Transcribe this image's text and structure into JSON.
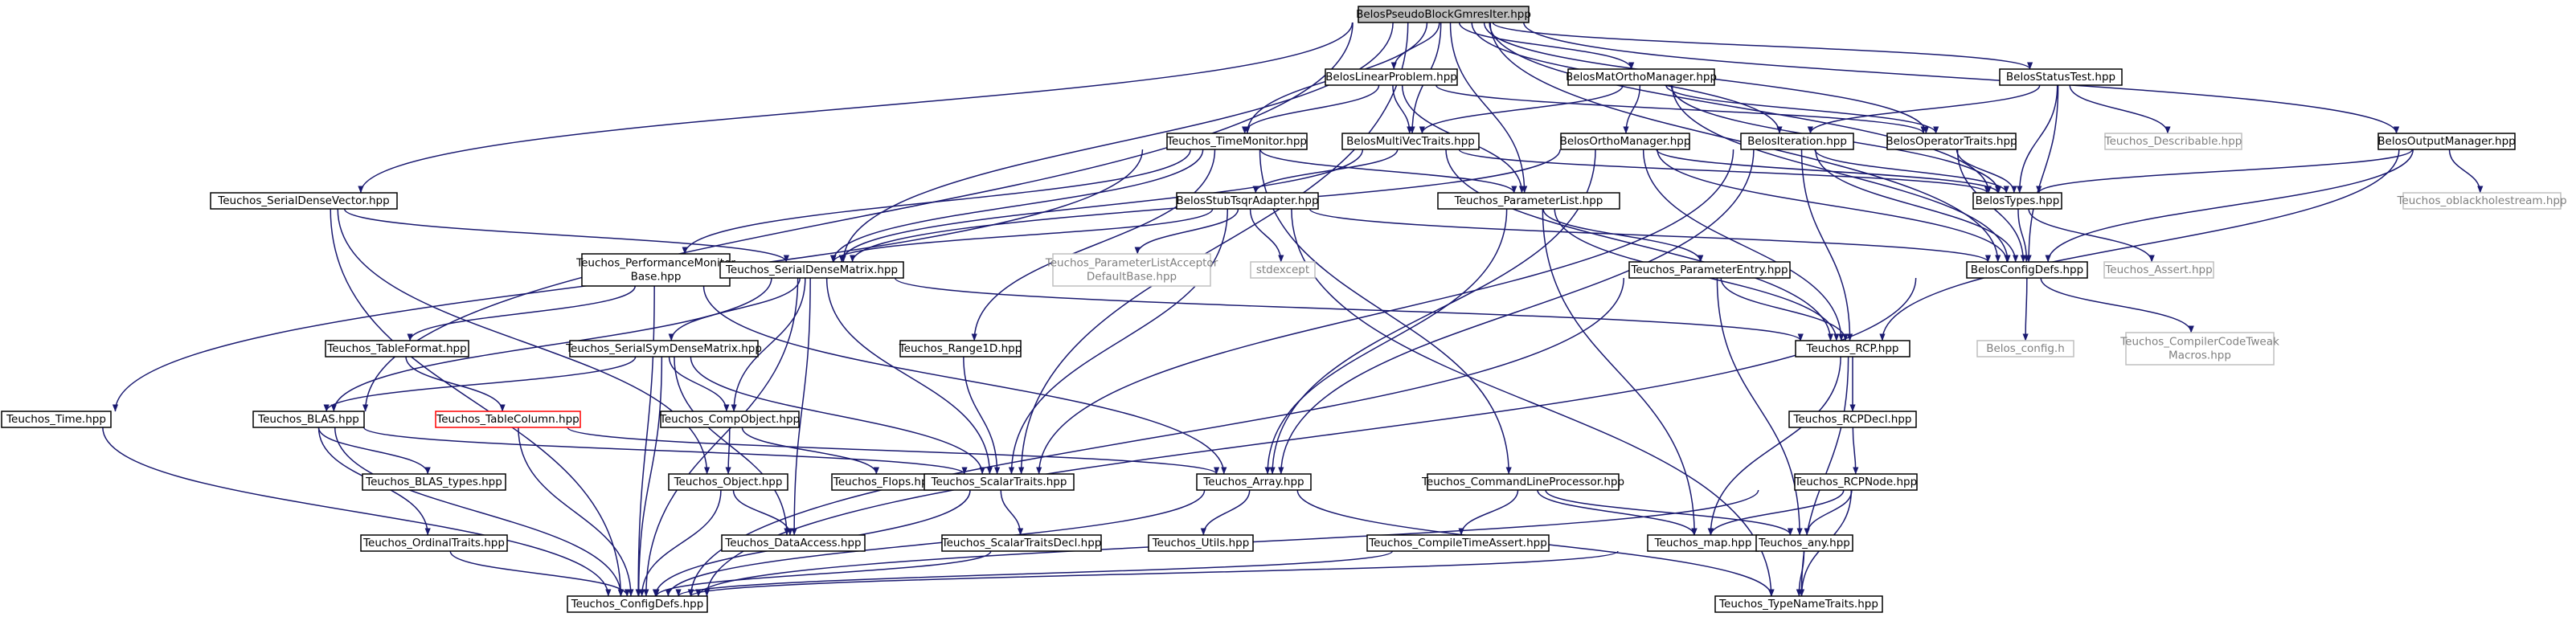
{
  "diagram": {
    "nodes": [
      {
        "id": "pseudo",
        "lines": [
          "BelosPseudoBlockGmresIter.hpp"
        ],
        "variant": "root"
      },
      {
        "id": "linprob",
        "lines": [
          "BelosLinearProblem.hpp"
        ],
        "variant": "normal"
      },
      {
        "id": "matortho",
        "lines": [
          "BelosMatOrthoManager.hpp"
        ],
        "variant": "normal"
      },
      {
        "id": "statustest",
        "lines": [
          "BelosStatusTest.hpp"
        ],
        "variant": "normal"
      },
      {
        "id": "outputmgr",
        "lines": [
          "BelosOutputManager.hpp"
        ],
        "variant": "normal"
      },
      {
        "id": "timemon",
        "lines": [
          "Teuchos_TimeMonitor.hpp"
        ],
        "variant": "normal"
      },
      {
        "id": "multivec",
        "lines": [
          "BelosMultiVecTraits.hpp"
        ],
        "variant": "normal"
      },
      {
        "id": "orthomgr",
        "lines": [
          "BelosOrthoManager.hpp"
        ],
        "variant": "normal"
      },
      {
        "id": "iteration",
        "lines": [
          "BelosIteration.hpp"
        ],
        "variant": "normal"
      },
      {
        "id": "optraits",
        "lines": [
          "BelosOperatorTraits.hpp"
        ],
        "variant": "normal"
      },
      {
        "id": "describable",
        "lines": [
          "Teuchos_Describable.hpp"
        ],
        "variant": "external"
      },
      {
        "id": "types",
        "lines": [
          "BelosTypes.hpp"
        ],
        "variant": "normal"
      },
      {
        "id": "oblack",
        "lines": [
          "Teuchos_oblackholestream.hpp"
        ],
        "variant": "external"
      },
      {
        "id": "sdvec",
        "lines": [
          "Teuchos_SerialDenseVector.hpp"
        ],
        "variant": "normal"
      },
      {
        "id": "tsqr",
        "lines": [
          "BelosStubTsqrAdapter.hpp"
        ],
        "variant": "normal"
      },
      {
        "id": "paramlist",
        "lines": [
          "Teuchos_ParameterList.hpp"
        ],
        "variant": "normal"
      },
      {
        "id": "perfmon",
        "lines": [
          "Teuchos_PerformanceMonitor",
          "Base.hpp"
        ],
        "variant": "normal"
      },
      {
        "id": "sdmat",
        "lines": [
          "Teuchos_SerialDenseMatrix.hpp"
        ],
        "variant": "normal"
      },
      {
        "id": "placcept",
        "lines": [
          "Teuchos_ParameterListAcceptor",
          "DefaultBase.hpp"
        ],
        "variant": "external"
      },
      {
        "id": "stdexcept",
        "lines": [
          "stdexcept"
        ],
        "variant": "external"
      },
      {
        "id": "paramentry",
        "lines": [
          "Teuchos_ParameterEntry.hpp"
        ],
        "variant": "normal"
      },
      {
        "id": "configdefs_b",
        "lines": [
          "BelosConfigDefs.hpp"
        ],
        "variant": "normal"
      },
      {
        "id": "assert",
        "lines": [
          "Teuchos_Assert.hpp"
        ],
        "variant": "external"
      },
      {
        "id": "tableformat",
        "lines": [
          "Teuchos_TableFormat.hpp"
        ],
        "variant": "normal"
      },
      {
        "id": "serialsym",
        "lines": [
          "Teuchos_SerialSymDenseMatrix.hpp"
        ],
        "variant": "normal"
      },
      {
        "id": "range1d",
        "lines": [
          "Teuchos_Range1D.hpp"
        ],
        "variant": "normal"
      },
      {
        "id": "rcp",
        "lines": [
          "Teuchos_RCP.hpp"
        ],
        "variant": "normal"
      },
      {
        "id": "belosconfig",
        "lines": [
          "Belos_config.h"
        ],
        "variant": "external"
      },
      {
        "id": "compiler",
        "lines": [
          "Teuchos_CompilerCodeTweak",
          "Macros.hpp"
        ],
        "variant": "external"
      },
      {
        "id": "time",
        "lines": [
          "Teuchos_Time.hpp"
        ],
        "variant": "normal"
      },
      {
        "id": "blas",
        "lines": [
          "Teuchos_BLAS.hpp"
        ],
        "variant": "normal"
      },
      {
        "id": "tablecol",
        "lines": [
          "Teuchos_TableColumn.hpp"
        ],
        "variant": "truncated"
      },
      {
        "id": "compobject",
        "lines": [
          "Teuchos_CompObject.hpp"
        ],
        "variant": "normal"
      },
      {
        "id": "rcpdecl",
        "lines": [
          "Teuchos_RCPDecl.hpp"
        ],
        "variant": "normal"
      },
      {
        "id": "blastypes",
        "lines": [
          "Teuchos_BLAS_types.hpp"
        ],
        "variant": "normal"
      },
      {
        "id": "object",
        "lines": [
          "Teuchos_Object.hpp"
        ],
        "variant": "normal"
      },
      {
        "id": "flops",
        "lines": [
          "Teuchos_Flops.hpp"
        ],
        "variant": "normal"
      },
      {
        "id": "scalartraits",
        "lines": [
          "Teuchos_ScalarTraits.hpp"
        ],
        "variant": "normal"
      },
      {
        "id": "array",
        "lines": [
          "Teuchos_Array.hpp"
        ],
        "variant": "normal"
      },
      {
        "id": "cmdline",
        "lines": [
          "Teuchos_CommandLineProcessor.hpp"
        ],
        "variant": "normal"
      },
      {
        "id": "rcpnode",
        "lines": [
          "Teuchos_RCPNode.hpp"
        ],
        "variant": "normal"
      },
      {
        "id": "ordinal",
        "lines": [
          "Teuchos_OrdinalTraits.hpp"
        ],
        "variant": "normal"
      },
      {
        "id": "dataaccess",
        "lines": [
          "Teuchos_DataAccess.hpp"
        ],
        "variant": "normal"
      },
      {
        "id": "scalardecl",
        "lines": [
          "Teuchos_ScalarTraitsDecl.hpp"
        ],
        "variant": "normal"
      },
      {
        "id": "utils",
        "lines": [
          "Teuchos_Utils.hpp"
        ],
        "variant": "normal"
      },
      {
        "id": "compileassert",
        "lines": [
          "Teuchos_CompileTimeAssert.hpp"
        ],
        "variant": "normal"
      },
      {
        "id": "map",
        "lines": [
          "Teuchos_map.hpp"
        ],
        "variant": "normal"
      },
      {
        "id": "any",
        "lines": [
          "Teuchos_any.hpp"
        ],
        "variant": "normal"
      },
      {
        "id": "configdefs_t",
        "lines": [
          "Teuchos_ConfigDefs.hpp"
        ],
        "variant": "normal"
      },
      {
        "id": "typename",
        "lines": [
          "Teuchos_TypeNameTraits.hpp"
        ],
        "variant": "normal"
      }
    ],
    "edges": [
      [
        "pseudo",
        "linprob"
      ],
      [
        "pseudo",
        "matortho"
      ],
      [
        "pseudo",
        "statustest"
      ],
      [
        "pseudo",
        "outputmgr"
      ],
      [
        "pseudo",
        "timemon"
      ],
      [
        "pseudo",
        "multivec"
      ],
      [
        "pseudo",
        "iteration"
      ],
      [
        "pseudo",
        "optraits"
      ],
      [
        "pseudo",
        "types"
      ],
      [
        "pseudo",
        "configdefs_b"
      ],
      [
        "pseudo",
        "paramlist"
      ],
      [
        "pseudo",
        "sdmat"
      ],
      [
        "pseudo",
        "sdvec"
      ],
      [
        "pseudo",
        "blas"
      ],
      [
        "pseudo",
        "scalartraits"
      ],
      [
        "linprob",
        "timemon"
      ],
      [
        "linprob",
        "multivec"
      ],
      [
        "linprob",
        "optraits"
      ],
      [
        "linprob",
        "paramlist"
      ],
      [
        "matortho",
        "orthomgr"
      ],
      [
        "matortho",
        "multivec"
      ],
      [
        "matortho",
        "optraits"
      ],
      [
        "matortho",
        "types"
      ],
      [
        "matortho",
        "configdefs_b"
      ],
      [
        "statustest",
        "iteration"
      ],
      [
        "statustest",
        "describable"
      ],
      [
        "statustest",
        "types"
      ],
      [
        "statustest",
        "configdefs_b"
      ],
      [
        "outputmgr",
        "types"
      ],
      [
        "outputmgr",
        "oblack"
      ],
      [
        "outputmgr",
        "configdefs_b"
      ],
      [
        "outputmgr",
        "rcp"
      ],
      [
        "timemon",
        "perfmon"
      ],
      [
        "timemon",
        "sdmat"
      ],
      [
        "timemon",
        "range1d"
      ],
      [
        "timemon",
        "time"
      ],
      [
        "timemon",
        "cmdline"
      ],
      [
        "timemon",
        "paramlist"
      ],
      [
        "multivec",
        "tsqr"
      ],
      [
        "multivec",
        "types"
      ],
      [
        "multivec",
        "sdmat"
      ],
      [
        "multivec",
        "rcp"
      ],
      [
        "orthomgr",
        "array"
      ],
      [
        "orthomgr",
        "types"
      ],
      [
        "orthomgr",
        "configdefs_b"
      ],
      [
        "orthomgr",
        "rcp"
      ],
      [
        "orthomgr",
        "sdmat"
      ],
      [
        "iteration",
        "types"
      ],
      [
        "iteration",
        "configdefs_b"
      ],
      [
        "iteration",
        "rcp"
      ],
      [
        "iteration",
        "array"
      ],
      [
        "iteration",
        "scalartraits"
      ],
      [
        "optraits",
        "types"
      ],
      [
        "optraits",
        "configdefs_b"
      ],
      [
        "types",
        "assert"
      ],
      [
        "types",
        "configdefs_b"
      ],
      [
        "sdvec",
        "sdmat"
      ],
      [
        "sdvec",
        "object"
      ],
      [
        "sdvec",
        "configdefs_t"
      ],
      [
        "tsqr",
        "sdmat"
      ],
      [
        "tsqr",
        "placcept"
      ],
      [
        "tsqr",
        "stdexcept"
      ],
      [
        "tsqr",
        "configdefs_b"
      ],
      [
        "tsqr",
        "scalartraits"
      ],
      [
        "tsqr",
        "typename"
      ],
      [
        "paramlist",
        "paramentry"
      ],
      [
        "paramlist",
        "rcp"
      ],
      [
        "paramlist",
        "array"
      ],
      [
        "paramlist",
        "map"
      ],
      [
        "perfmon",
        "tableformat"
      ],
      [
        "perfmon",
        "configdefs_t"
      ],
      [
        "perfmon",
        "array"
      ],
      [
        "sdmat",
        "serialsym"
      ],
      [
        "sdmat",
        "compobject"
      ],
      [
        "sdmat",
        "blas"
      ],
      [
        "sdmat",
        "scalartraits"
      ],
      [
        "sdmat",
        "dataaccess"
      ],
      [
        "sdmat",
        "configdefs_t"
      ],
      [
        "sdmat",
        "rcp"
      ],
      [
        "paramentry",
        "rcp"
      ],
      [
        "paramentry",
        "any"
      ],
      [
        "paramentry",
        "configdefs_t"
      ],
      [
        "configdefs_b",
        "belosconfig"
      ],
      [
        "configdefs_b",
        "compiler"
      ],
      [
        "configdefs_b",
        "configdefs_t"
      ],
      [
        "tableformat",
        "tablecol"
      ],
      [
        "serialsym",
        "blas"
      ],
      [
        "serialsym",
        "compobject"
      ],
      [
        "serialsym",
        "scalartraits"
      ],
      [
        "serialsym",
        "dataaccess"
      ],
      [
        "serialsym",
        "configdefs_t"
      ],
      [
        "range1d",
        "scalartraits"
      ],
      [
        "rcp",
        "rcpdecl"
      ],
      [
        "rcp",
        "map"
      ],
      [
        "rcp",
        "typename"
      ],
      [
        "time",
        "configdefs_t"
      ],
      [
        "blas",
        "blastypes"
      ],
      [
        "blas",
        "ordinal"
      ],
      [
        "blas",
        "configdefs_t"
      ],
      [
        "blas",
        "scalartraits"
      ],
      [
        "tablecol",
        "configdefs_t"
      ],
      [
        "tablecol",
        "array"
      ],
      [
        "compobject",
        "object"
      ],
      [
        "compobject",
        "flops"
      ],
      [
        "rcpdecl",
        "rcpnode"
      ],
      [
        "object",
        "dataaccess"
      ],
      [
        "object",
        "configdefs_t"
      ],
      [
        "scalartraits",
        "scalardecl"
      ],
      [
        "scalartraits",
        "configdefs_t"
      ],
      [
        "array",
        "utils"
      ],
      [
        "array",
        "typename"
      ],
      [
        "array",
        "configdefs_t"
      ],
      [
        "cmdline",
        "compileassert"
      ],
      [
        "cmdline",
        "map"
      ],
      [
        "cmdline",
        "any"
      ],
      [
        "rcpnode",
        "map"
      ],
      [
        "rcpnode",
        "any"
      ],
      [
        "rcpnode",
        "typename"
      ],
      [
        "rcpnode",
        "configdefs_t"
      ],
      [
        "ordinal",
        "configdefs_t"
      ],
      [
        "scalardecl",
        "configdefs_t"
      ],
      [
        "compileassert",
        "configdefs_t"
      ],
      [
        "map",
        "configdefs_t"
      ],
      [
        "any",
        "typename"
      ]
    ]
  },
  "colors": {
    "edge": "#191970",
    "border": "#000000",
    "root_fill": "#bfbfbf",
    "text": "#000000",
    "external_border": "#bfbfbf",
    "external_text": "#7f7f7f",
    "truncated_border": "#ff0000",
    "fill": "#ffffff"
  }
}
